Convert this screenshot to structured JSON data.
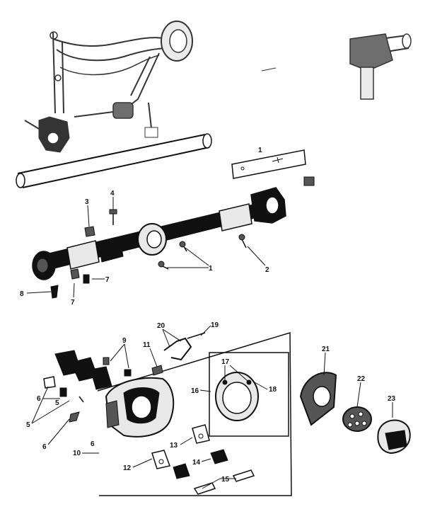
{
  "callouts": [
    {
      "id": "c1a",
      "text": "1"
    },
    {
      "id": "c1b",
      "text": "1"
    },
    {
      "id": "c2",
      "text": "2"
    },
    {
      "id": "c3",
      "text": "3"
    },
    {
      "id": "c4",
      "text": "4"
    },
    {
      "id": "c5a",
      "text": "5"
    },
    {
      "id": "c6a",
      "text": "6"
    },
    {
      "id": "c7a",
      "text": "7"
    },
    {
      "id": "c7b",
      "text": "7"
    },
    {
      "id": "c8",
      "text": "8"
    },
    {
      "id": "c9",
      "text": "9"
    },
    {
      "id": "c11",
      "text": "11"
    },
    {
      "id": "c20",
      "text": "20"
    },
    {
      "id": "c19",
      "text": "19"
    },
    {
      "id": "c16",
      "text": "16"
    },
    {
      "id": "c17",
      "text": "17"
    },
    {
      "id": "c18",
      "text": "18"
    },
    {
      "id": "c21",
      "text": "21"
    },
    {
      "id": "c22",
      "text": "22"
    },
    {
      "id": "c23",
      "text": "23"
    },
    {
      "id": "c6b",
      "text": "6"
    },
    {
      "id": "c5b",
      "text": "5"
    },
    {
      "id": "c6c",
      "text": "6"
    },
    {
      "id": "c10",
      "text": "10"
    },
    {
      "id": "c12",
      "text": "12"
    },
    {
      "id": "c13",
      "text": "13"
    },
    {
      "id": "c14",
      "text": "14"
    },
    {
      "id": "c15",
      "text": "15"
    }
  ]
}
